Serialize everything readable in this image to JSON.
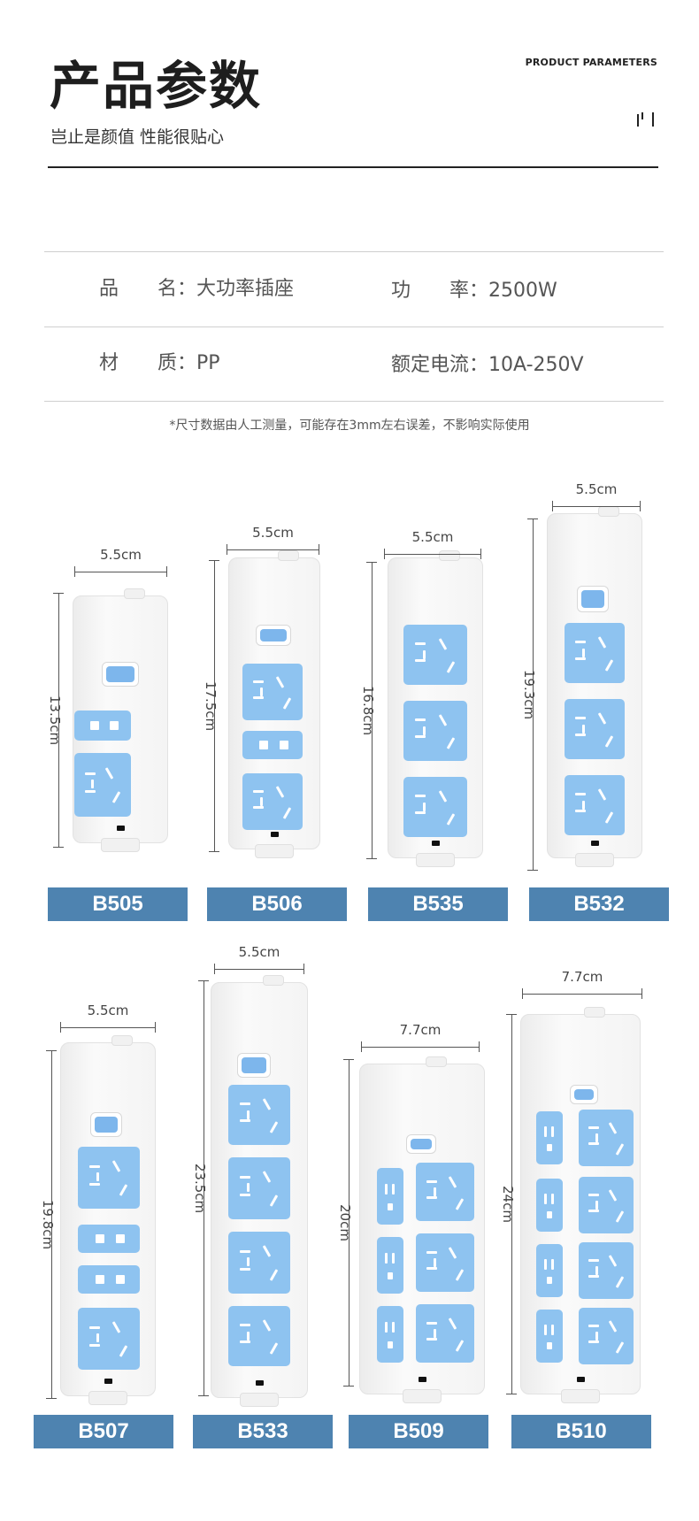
{
  "header": {
    "title": "产品参数",
    "subtitle": "岂止是颜值 性能很贴心",
    "en_title": "PRODUCT PARAMETERS"
  },
  "params": {
    "name_label": "品　　名：",
    "name_value": "大功率插座",
    "power_label": "功　　率：",
    "power_value": "2500W",
    "material_label": "材　　质：",
    "material_value": "PP",
    "current_label": "额定电流：",
    "current_value": "10A-250V"
  },
  "note": "*尺寸数据由人工测量，可能存在3mm左右误差，不影响实际使用",
  "products": [
    {
      "model": "B505",
      "width": "5.5cm",
      "height": "13.5cm"
    },
    {
      "model": "B506",
      "width": "5.5cm",
      "height": "17.5cm"
    },
    {
      "model": "B535",
      "width": "5.5cm",
      "height": "16.8cm"
    },
    {
      "model": "B532",
      "width": "5.5cm",
      "height": "19.3cm"
    },
    {
      "model": "B507",
      "width": "5.5cm",
      "height": "19.8cm"
    },
    {
      "model": "B533",
      "width": "5.5cm",
      "height": "23.5cm"
    },
    {
      "model": "B509",
      "width": "7.7cm",
      "height": "20cm"
    },
    {
      "model": "B510",
      "width": "7.7cm",
      "height": "24cm"
    }
  ],
  "colors": {
    "label_bg": "#4e83b0",
    "socket": "#8ec3f0",
    "switch": "#7db6ec"
  }
}
